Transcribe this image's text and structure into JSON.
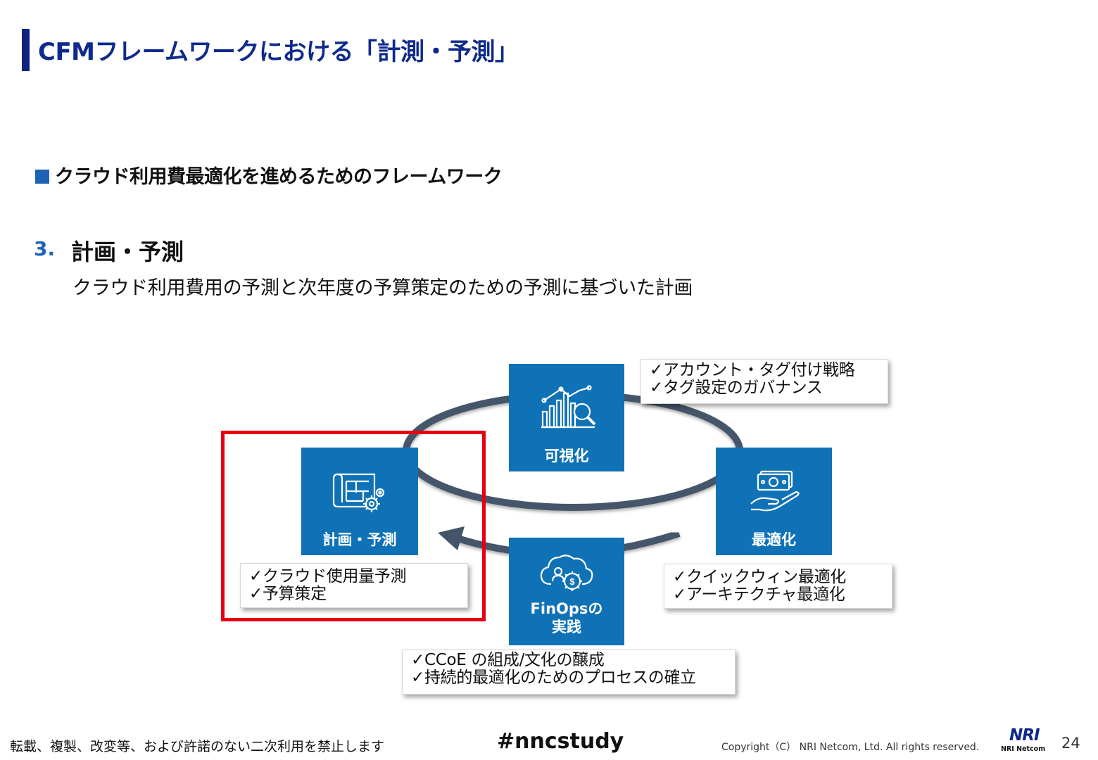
{
  "title": "CFMフレームワークにおける「計測・予測」",
  "section_heading": "クラウド利用費最適化を進めるためのフレームワーク",
  "item": {
    "number": "3.",
    "heading": "計画・予測",
    "description": "クラウド利用費用の予測と次年度の予算策定のための予測に基づいた計画"
  },
  "diagram": {
    "boxes": {
      "visualize": "可視化",
      "optimize": "最適化",
      "finops_line1": "FinOpsの",
      "finops_line2": "実践",
      "plan": "計画・予測"
    },
    "notes": {
      "visualize": [
        "✓アカウント・タグ付け戦略",
        "✓タグ設定のガバナンス"
      ],
      "optimize": [
        "✓クイックウィン最適化",
        "✓アーキテクチャ最適化"
      ],
      "finops": [
        "✓CCoE の組成/文化の醸成",
        "✓持続的最適化のためのプロセスの確立"
      ],
      "plan": [
        "✓クラウド使用量予測",
        "✓予算策定"
      ]
    },
    "icons": {
      "visualize": "chart-magnifier-icon",
      "optimize": "hand-money-icon",
      "finops": "cloud-gear-dollar-icon",
      "plan": "blueprint-gear-icon"
    },
    "colors": {
      "box": "#0f72b6",
      "ellipse": "#44546a",
      "highlight": "#e60012"
    }
  },
  "footer": {
    "notice": "転載、複製、改変等、および許諾のない二次利用を禁止します",
    "hashtag": "#nncstudy",
    "copyright": "Copyright（C） NRI Netcom, Ltd. All rights reserved.",
    "logo_main": "NRI",
    "logo_sub": "NRI Netcom",
    "page_number": "24"
  }
}
